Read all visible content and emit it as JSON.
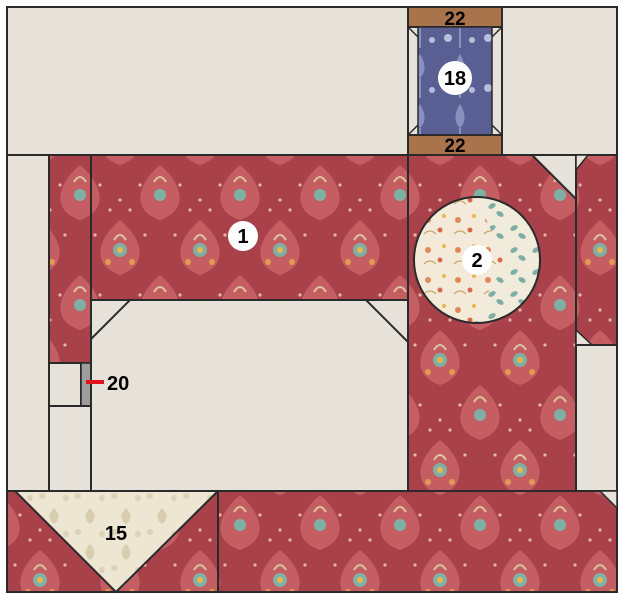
{
  "colors": {
    "background": "#e6e2da",
    "red_print": "#a8414a",
    "red_print_light": "#c45e63",
    "red_print_dark": "#8e2f39",
    "blue_print": "#5a5f93",
    "tan_strip": "#a9734b",
    "cream_print": "#ede6d2",
    "gray_strip": "#9d9d9d",
    "marker": "#e0141e",
    "outline": "#2a2a2a"
  },
  "labels": {
    "piece_1": "1",
    "piece_2": "2",
    "piece_15": "15",
    "piece_18": "18",
    "piece_20": "20",
    "piece_22_top": "22",
    "piece_22_bottom": "22"
  }
}
